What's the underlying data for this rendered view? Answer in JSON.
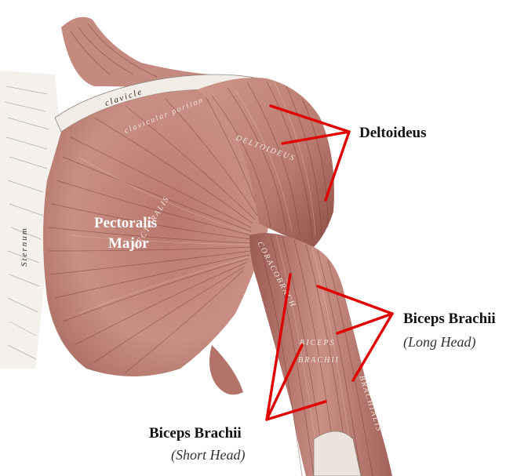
{
  "labels": {
    "deltoideus": "Deltoideus",
    "pectoralis_line1": "Pectoralis",
    "pectoralis_line2": "Major",
    "biceps_long_title": "Biceps Brachii",
    "biceps_long_sub": "(Long Head)",
    "biceps_short_title": "Biceps Brachii",
    "biceps_short_sub": "(Short Head)"
  },
  "engraved_labels": {
    "clavicle": "clavicle",
    "clavicular_portion": "clavicular portion",
    "deltoid": "DELTOIDEUS",
    "sternum": "Sternum",
    "pectoralis_engraved": "PECTORALIS",
    "coracobrachialis": "CORACOBRACH",
    "biceps_engraved_1": "BICEPS",
    "biceps_engraved_2": "BRACHII",
    "brachialis": "BRACHIALIS"
  },
  "colors": {
    "muscle": "#c98f84",
    "muscle_dark": "#8f4f47",
    "bone": "#f2ece6",
    "pointer": "#e00000"
  }
}
